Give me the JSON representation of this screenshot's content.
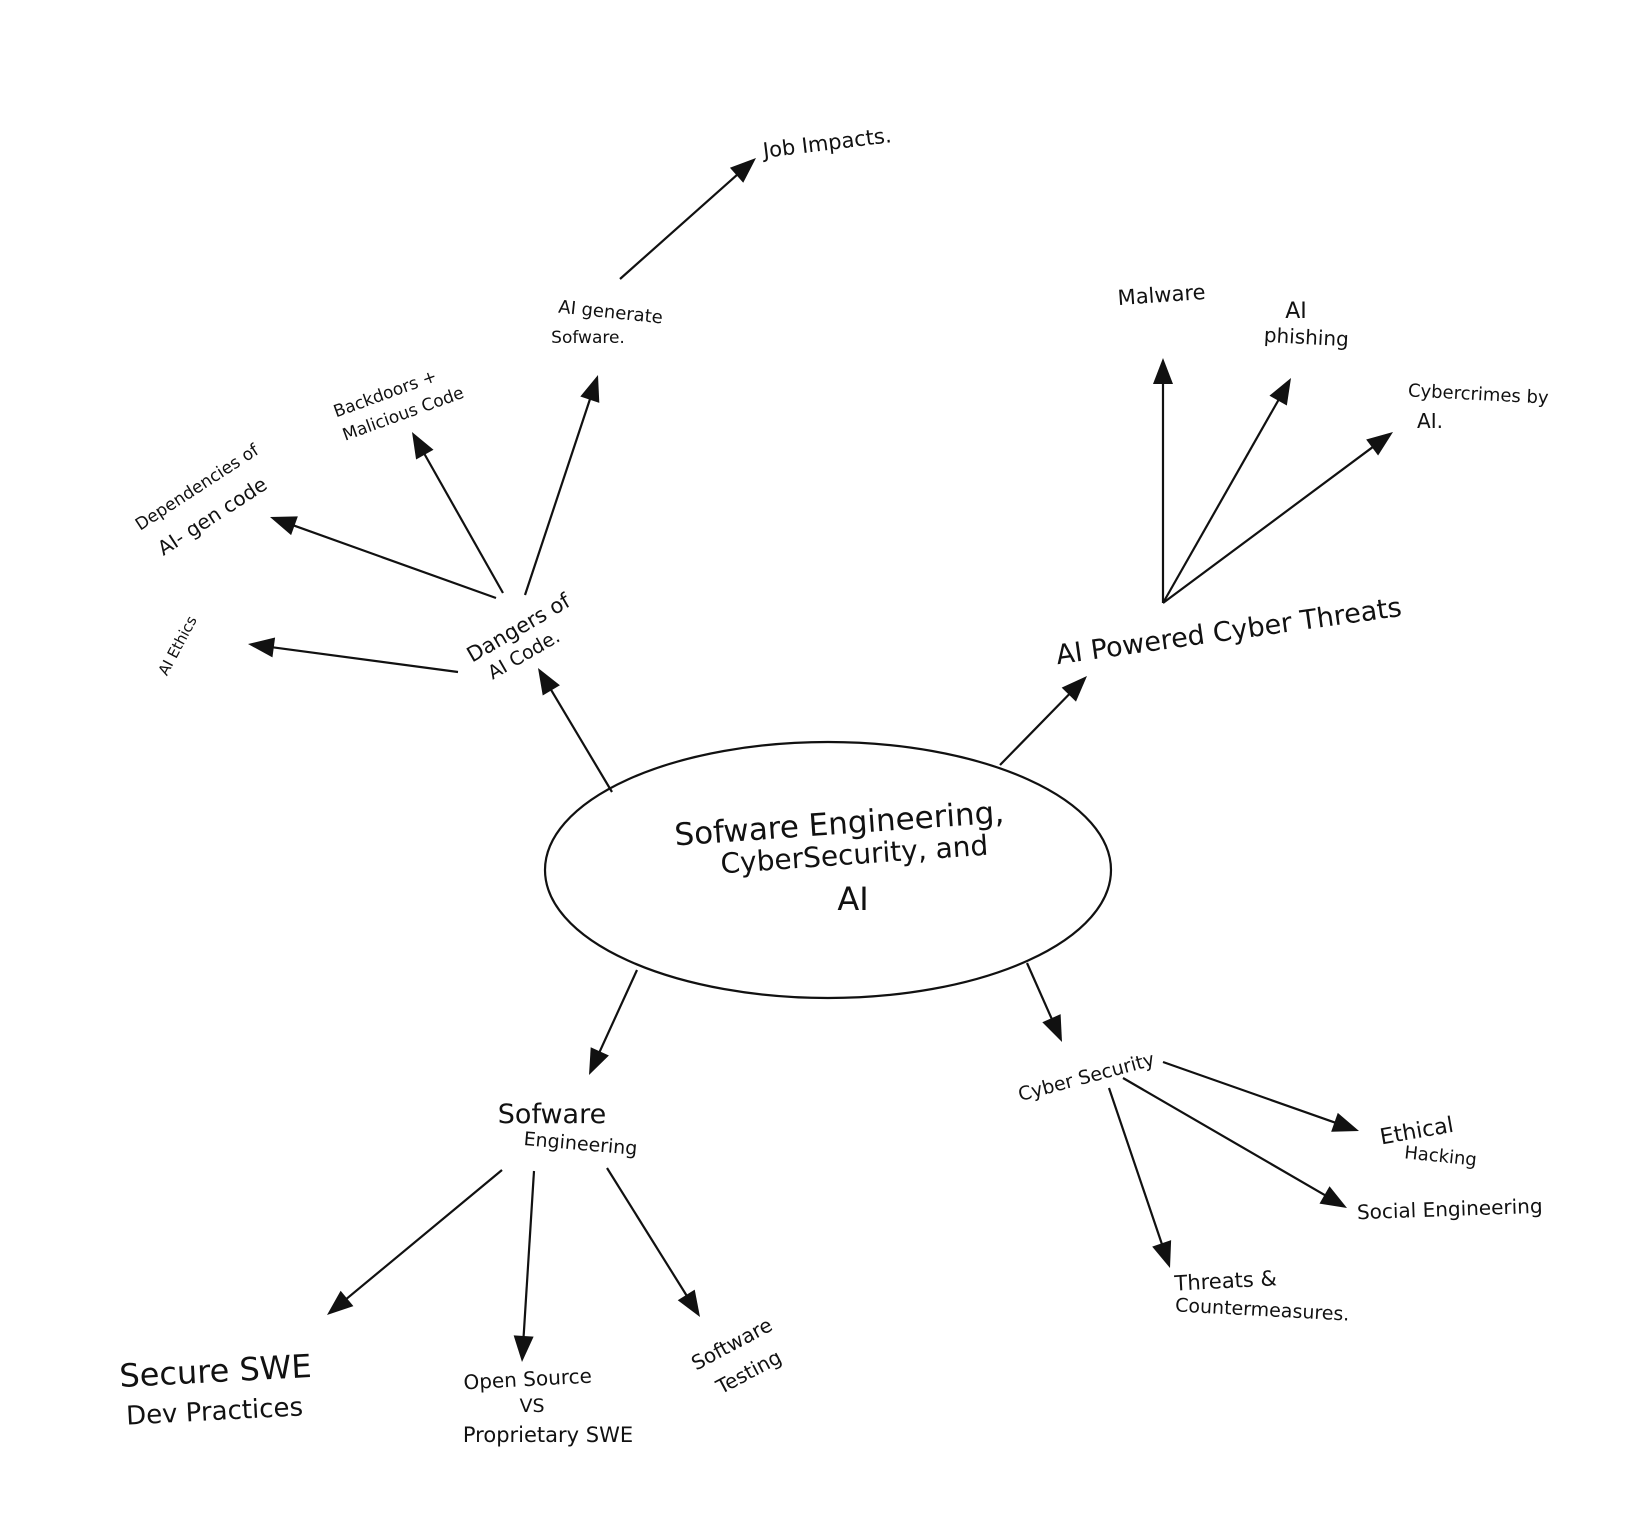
{
  "colors": {
    "ink": "#111111",
    "background": "#ffffff"
  },
  "center": {
    "line1": "Sofware Engineering,",
    "line2": "CyberSecurity, and",
    "line3": "AI"
  },
  "nodes": {
    "dangers": {
      "line1": "Dangers of",
      "line2": "AI Code."
    },
    "ai_threats": {
      "line1": "AI Powered Cyber Threats"
    },
    "swe": {
      "line1": "Sofware",
      "line2": "Engineering"
    },
    "cyber": {
      "line1": "Cyber Security"
    }
  },
  "leaves": {
    "ai_generate": {
      "line1": "AI generate",
      "line2": "Sofware."
    },
    "job_impacts": {
      "line1": "Job Impacts."
    },
    "backdoors": {
      "line1": "Backdoors +",
      "line2": "Malicious Code"
    },
    "dependencies": {
      "line1": "Dependencies of",
      "line2": "AI- gen code"
    },
    "ai_ethics": {
      "line1": "AI Ethics"
    },
    "malware": {
      "line1": "Malware"
    },
    "ai_phishing": {
      "line1": "AI",
      "line2": "phishing"
    },
    "cybercrimes": {
      "line1": "Cybercrimes by",
      "line2": "AI."
    },
    "secure_swe": {
      "line1": "Secure SWE",
      "line2": "Dev Practices"
    },
    "open_source": {
      "line1": "Open Source",
      "line2": "VS",
      "line3": "Proprietary SWE"
    },
    "software_testing": {
      "line1": "Software",
      "line2": "Testing"
    },
    "ethical_hacking": {
      "line1": "Ethical",
      "line2": "Hacking"
    },
    "social_engineering": {
      "line1": "Social Engineering"
    },
    "threats_counter": {
      "line1": "Threats &",
      "line2": "Countermeasures."
    }
  }
}
